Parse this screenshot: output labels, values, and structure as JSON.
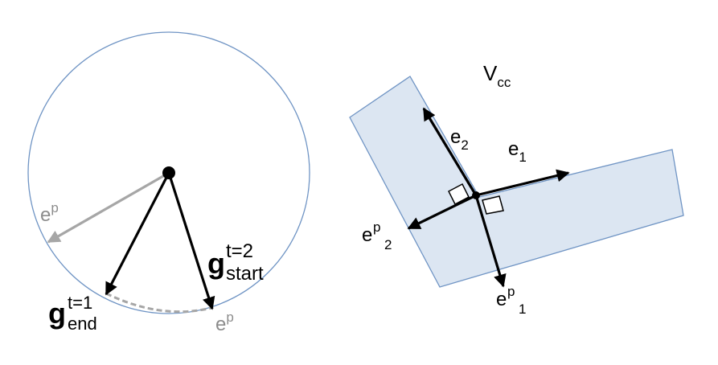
{
  "colors": {
    "circle_stroke": "#6f94c4",
    "polygon_fill": "#dce6f2",
    "polygon_stroke": "#6f94c4",
    "arrow_black": "#000000",
    "arrow_gray": "#a6a6a6",
    "dashed_arc": "#a6a6a6",
    "text_gray": "#8c8c8c"
  },
  "left_diagram": {
    "ep_left": {
      "base": "e",
      "sup": "p"
    },
    "g_start": {
      "base": "g",
      "sup": "t=2",
      "sub": "start"
    },
    "g_end": {
      "base": "g",
      "sup": "t=1",
      "sub": "end"
    },
    "ep_bottom": {
      "base": "e",
      "sup": "p"
    }
  },
  "right_diagram": {
    "vcc": {
      "base": "V",
      "sub": "cc"
    },
    "e1": {
      "base": "e",
      "sub": "1"
    },
    "e2": {
      "base": "e",
      "sub": "2"
    },
    "ep2": {
      "base": "e",
      "sup": "p",
      "sub": "2"
    },
    "ep1": {
      "base": "e",
      "sup": "p",
      "sub": "1"
    }
  }
}
